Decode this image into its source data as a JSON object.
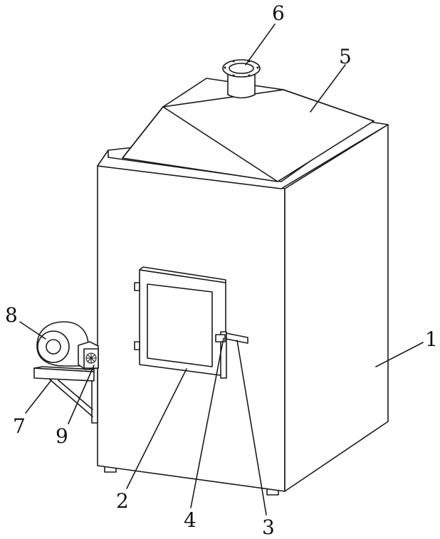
{
  "labels": [
    "1",
    "2",
    "3",
    "4",
    "5",
    "6",
    "7",
    "8",
    "9"
  ],
  "colors": {
    "line": "#1a1a1a",
    "background": "#ffffff"
  }
}
